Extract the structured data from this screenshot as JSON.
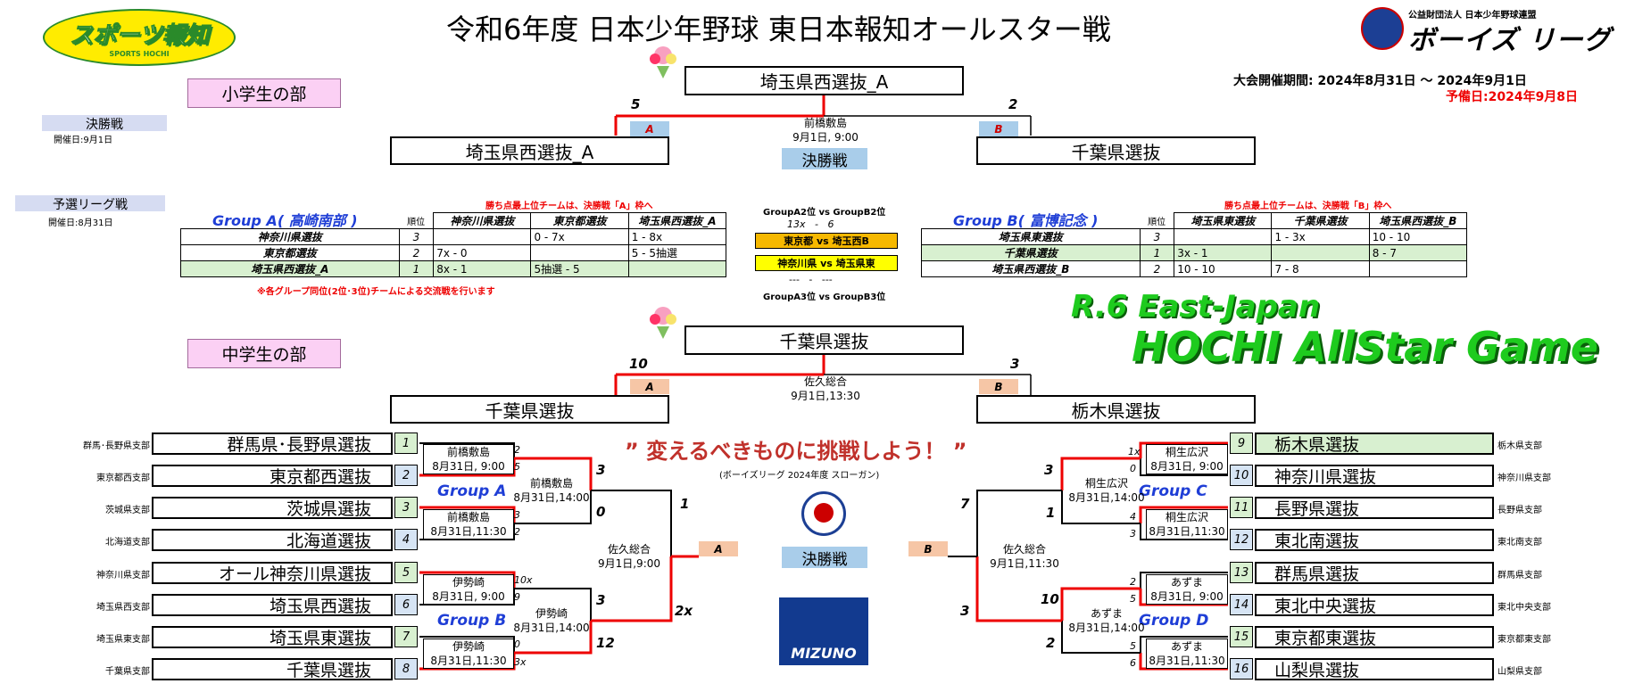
{
  "header": {
    "logo_left": "スポーツ報知",
    "logo_left_sub": "SPORTS HOCHI",
    "title": "令和6年度 日本少年野球 東日本報知オールスター戦",
    "logo_right_small": "公益財団法人 日本少年野球連盟",
    "logo_right": "ボーイズ リーグ",
    "period": "大会開催期間:  2024年8月31日  ～  2024年9月1日",
    "reserve": "予備日:2024年9月8日"
  },
  "elementary": {
    "ribbon": "小学生の部",
    "final_label": "決勝戦",
    "final_date": "開催日:9月1日",
    "champion": "埼玉県西選抜_A",
    "left_team": "埼玉県西選抜_A",
    "right_team": "千葉県選抜",
    "left_score": "5",
    "right_score": "2",
    "tag_a": "A",
    "tag_b": "B",
    "venue": "前橋敷島",
    "datetime": "9月1日, 9:00",
    "final_btn": "決勝戦",
    "prelim_label": "予選リーグ戦",
    "prelim_date": "開催日:8月31日",
    "note_a": "勝ち点最上位チームは、決勝戦「A」枠へ",
    "note_b": "勝ち点最上位チームは、決勝戦「B」枠へ",
    "note_bottom": "※各グループ同位(2位･3位)チームによる交流戦を行います",
    "groupA": {
      "title": "Group A( 高崎南部 )",
      "rank_header": "順位",
      "cols": [
        "神奈川県選抜",
        "東京都選抜",
        "埼玉県西選抜_A"
      ],
      "rows": [
        {
          "team": "神奈川県選抜",
          "rank": "3",
          "c1": "",
          "c2": "0   -   7x",
          "c3": "1   -   8x"
        },
        {
          "team": "東京都選抜",
          "rank": "2",
          "c1": "7x   -   0",
          "c2": "",
          "c3": "5   -   5抽選"
        },
        {
          "team": "埼玉県西選抜_A",
          "rank": "1",
          "c1": "8x   -   1",
          "c2": "5抽選   -   5",
          "c3": ""
        }
      ]
    },
    "groupB": {
      "title": "Group B( 富博記念 )",
      "rank_header": "順位",
      "cols": [
        "埼玉県東選抜",
        "千葉県選抜",
        "埼玉県西選抜_B"
      ],
      "rows": [
        {
          "team": "埼玉県東選抜",
          "rank": "3",
          "c1": "",
          "c2": "1   -   3x",
          "c3": "10   -   10"
        },
        {
          "team": "千葉県選抜",
          "rank": "1",
          "c1": "3x   -   1",
          "c2": "",
          "c3": "8   -   7"
        },
        {
          "team": "埼玉県西選抜_B",
          "rank": "2",
          "c1": "10   -   10",
          "c2": "7   -   8",
          "c3": ""
        }
      ]
    },
    "cross": {
      "top_label": "GroupA2位 vs GroupB2位",
      "top_score": "13x   -   6",
      "match1": "東京都 vs 埼玉西B",
      "match2": "神奈川県 vs 埼玉県東",
      "bottom_score": "---   -   ---",
      "bottom_label": "GroupA3位 vs GroupB3位"
    }
  },
  "english_title_1": "R.6 East-Japan",
  "english_title_2": "HOCHI AllStar Game",
  "junior": {
    "ribbon": "中学生の部",
    "champion": "千葉県選抜",
    "left_team": "千葉県選抜",
    "right_team": "栃木県選抜",
    "left_score": "10",
    "right_score": "3",
    "venue": "佐久総合",
    "datetime": "9月1日,13:30",
    "tag_a": "A",
    "tag_b": "B",
    "slogan": "” 変えるべきものに挑戦しよう！ ”",
    "slogan_sub": "(ボーイズリーグ  2024年度 スローガン)",
    "final_btn": "決勝戦",
    "sponsor": "MIZUNO",
    "left_bracket": [
      {
        "branch": "群馬･長野県支部",
        "team": "群馬県･長野県選抜",
        "num": "1"
      },
      {
        "branch": "東京都西支部",
        "team": "東京都西選抜",
        "num": "2"
      },
      {
        "branch": "茨城県支部",
        "team": "茨城県選抜",
        "num": "3"
      },
      {
        "branch": "北海道支部",
        "team": "北海道選抜",
        "num": "4"
      },
      {
        "branch": "神奈川県支部",
        "team": "オール神奈川県選抜",
        "num": "5"
      },
      {
        "branch": "埼玉県西支部",
        "team": "埼玉県西選抜",
        "num": "6"
      },
      {
        "branch": "埼玉県東支部",
        "team": "埼玉県東選抜",
        "num": "7"
      },
      {
        "branch": "千葉県支部",
        "team": "千葉県選抜",
        "num": "8"
      }
    ],
    "right_bracket": [
      {
        "branch": "栃木県支部",
        "team": "栃木県選抜",
        "num": "9"
      },
      {
        "branch": "神奈川県支部",
        "team": "神奈川県選抜",
        "num": "10"
      },
      {
        "branch": "長野県支部",
        "team": "長野県選抜",
        "num": "11"
      },
      {
        "branch": "東北南支部",
        "team": "東北南選抜",
        "num": "12"
      },
      {
        "branch": "群馬県支部",
        "team": "群馬県選抜",
        "num": "13"
      },
      {
        "branch": "東北中央支部",
        "team": "東北中央選抜",
        "num": "14"
      },
      {
        "branch": "東京都東支部",
        "team": "東京都東選抜",
        "num": "15"
      },
      {
        "branch": "山梨県支部",
        "team": "山梨県選抜",
        "num": "16"
      }
    ],
    "left_r1": [
      {
        "venue": "前橋敷島",
        "time": "8月31日, 9:00",
        "s1": "2",
        "s2": "5"
      },
      {
        "venue": "前橋敷島",
        "time": "8月31日,11:30",
        "s1": "3",
        "s2": "2"
      },
      {
        "venue": "伊勢崎",
        "time": "8月31日, 9:00",
        "s1": "10x",
        "s2": "9"
      },
      {
        "venue": "伊勢崎",
        "time": "8月31日,11:30",
        "s1": "0",
        "s2": "3x"
      }
    ],
    "left_r2": [
      {
        "venue": "前橋敷島",
        "time": "8月31日,14:00",
        "s1": "3",
        "s2": "0"
      },
      {
        "venue": "伊勢崎",
        "time": "8月31日,14:00",
        "s1": "3",
        "s2": "12"
      }
    ],
    "left_r3": {
      "venue": "佐久総合",
      "time": "9月1日,9:00",
      "s1": "1",
      "s2": "2x"
    },
    "right_r1": [
      {
        "venue": "桐生広沢",
        "time": "8月31日, 9:00",
        "s1": "1x",
        "s2": "0"
      },
      {
        "venue": "桐生広沢",
        "time": "8月31日,11:30",
        "s1": "4",
        "s2": "3"
      },
      {
        "venue": "あずま",
        "time": "8月31日, 9:00",
        "s1": "2",
        "s2": "5"
      },
      {
        "venue": "あずま",
        "time": "8月31日,11:30",
        "s1": "5",
        "s2": "6"
      }
    ],
    "right_r2": [
      {
        "venue": "桐生広沢",
        "time": "8月31日,14:00",
        "s1": "3",
        "s2": "1"
      },
      {
        "venue": "あずま",
        "time": "8月31日,14:00",
        "s1": "10",
        "s2": "2"
      }
    ],
    "right_r3": {
      "venue": "佐久総合",
      "time": "9月1日,11:30",
      "s1": "7",
      "s2": "3"
    },
    "groups": [
      "Group A",
      "Group B",
      "Group C",
      "Group D"
    ]
  },
  "colors": {
    "win_line": "#e00000",
    "ribbon": "#fbd0f4",
    "tag_blue": "#a9cdea",
    "tag_orange": "#f6c6a6",
    "highlight": "#ffff00",
    "green_row": "#d8f0d0"
  }
}
